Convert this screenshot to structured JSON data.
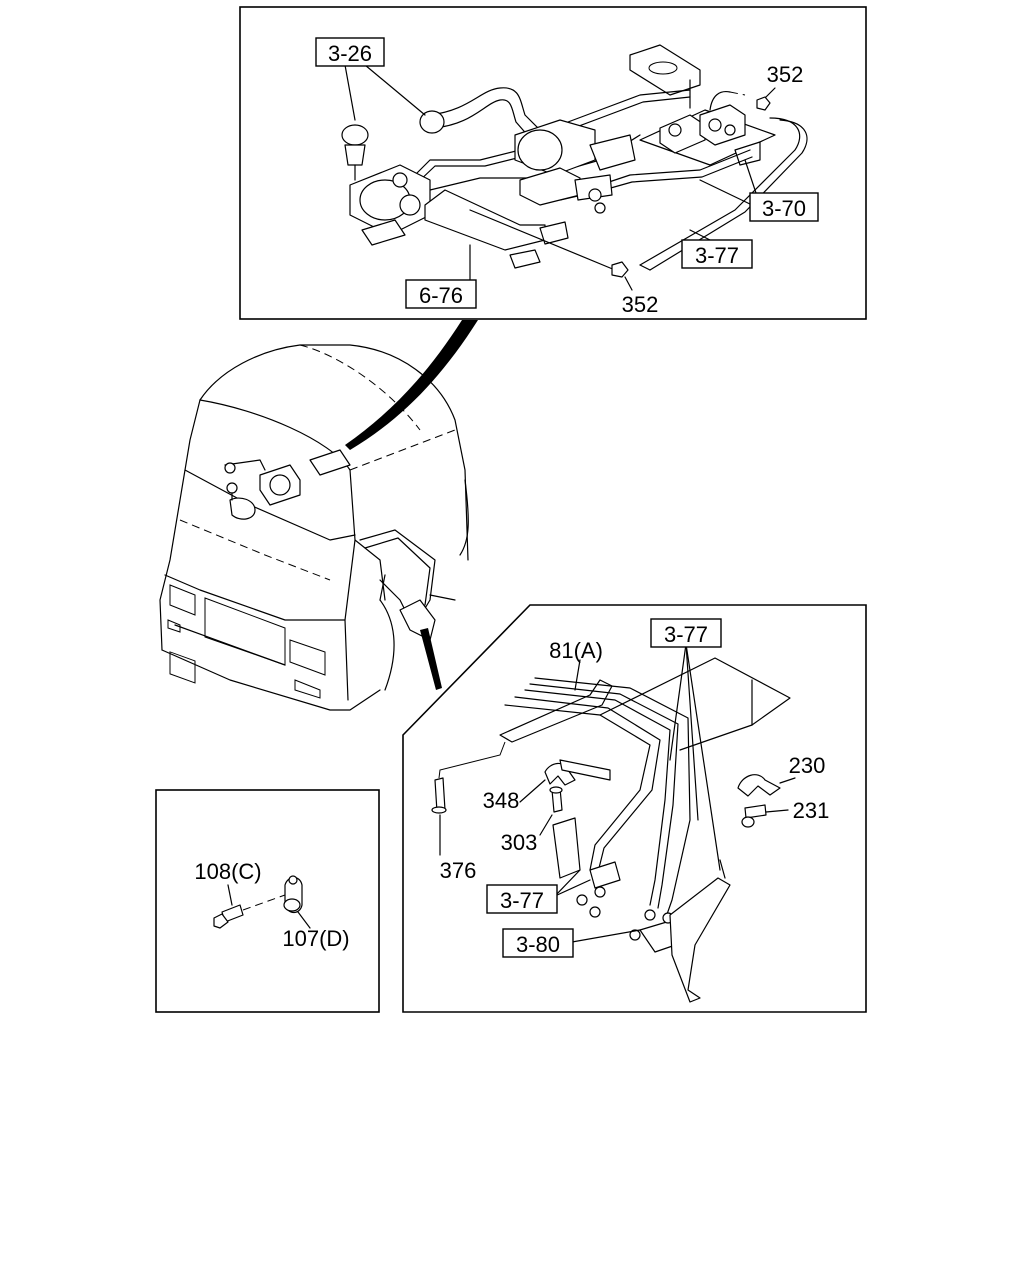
{
  "top_panel": {
    "label_3_26": "3-26",
    "label_352_a": "352",
    "label_3_70": "3-70",
    "label_3_77": "3-77",
    "label_6_76": "6-76",
    "label_352_b": "352"
  },
  "bottom_right_panel": {
    "label_3_77_top": "3-77",
    "label_81a": "81(A)",
    "label_230": "230",
    "label_231": "231",
    "label_348": "348",
    "label_303": "303",
    "label_376": "376",
    "label_3_77_bottom": "3-77",
    "label_3_80": "3-80"
  },
  "bottom_left_panel": {
    "label_108c": "108(C)",
    "label_107d": "107(D)"
  }
}
